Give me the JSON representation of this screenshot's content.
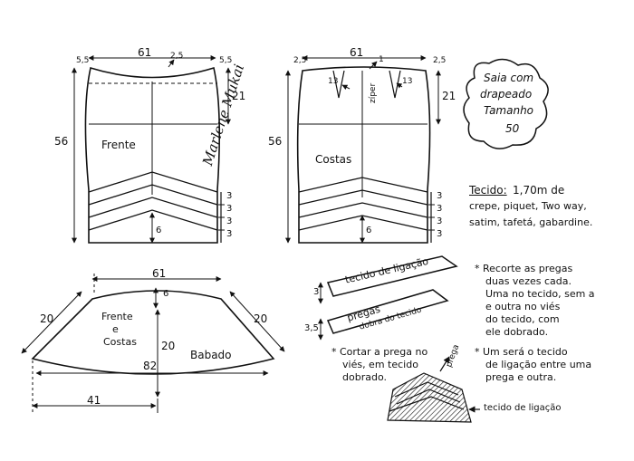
{
  "title": {
    "line1": "Saia com",
    "line2": "drapeado",
    "line3": "Tamanho",
    "line4": "50"
  },
  "front": {
    "width_label": "61",
    "height_label": "56",
    "right_waist": "5,5",
    "left_waist": "5,5",
    "dart_label": "2,5",
    "hip_label": "21",
    "name": "Frente",
    "pleat_labels": [
      "3",
      "3",
      "3",
      "3"
    ],
    "six_label": "6"
  },
  "back": {
    "width_label": "61",
    "height_label": "56",
    "left_waist": "2,5",
    "right_waist": "2,5",
    "top_mark": "1",
    "dart1": "13",
    "dart2": "13",
    "hip_label": "21",
    "zipper": "zíper",
    "name": "Costas",
    "pleat_labels": [
      "3",
      "3",
      "3",
      "3"
    ],
    "six_label": "6"
  },
  "signature": "Marlene Mukai",
  "fabric": {
    "label": "Tecido:",
    "amount": "1,70m de",
    "line2": "crepe, piquet, Two way,",
    "line3": "satim, tafetá, gabardine."
  },
  "ruffle": {
    "top_width": "61",
    "top_depth": "6",
    "left_side": "20",
    "right_side": "20",
    "height": "20",
    "hem_width": "82",
    "half_width": "41",
    "label_part": "Frente",
    "label_e": "e",
    "label_costas": "Costas",
    "name": "Babado"
  },
  "strips": {
    "binding_label": "tecido de ligação",
    "binding_width": "3",
    "pleat_label": "pregas",
    "pleat_sub": "dobra do tecido",
    "pleat_width": "3,5"
  },
  "notes": {
    "cut_line1": "* Cortar a prega no",
    "cut_line2": "viés, em tecido",
    "cut_line3": "dobrado.",
    "n1_l1": "* Recorte as pregas",
    "n1_l2": "duas vezes cada.",
    "n1_l3": "Uma no tecido, sem a",
    "n1_l4": "e outra no viés",
    "n1_l5": "do tecido, com",
    "n1_l6": "ele dobrado.",
    "n2_l1": "* Um será o tecido",
    "n2_l2": "de ligação entre uma",
    "n2_l3": "prega e outra.",
    "sketch_prega": "prega",
    "sketch_binding": "tecido de ligação"
  }
}
